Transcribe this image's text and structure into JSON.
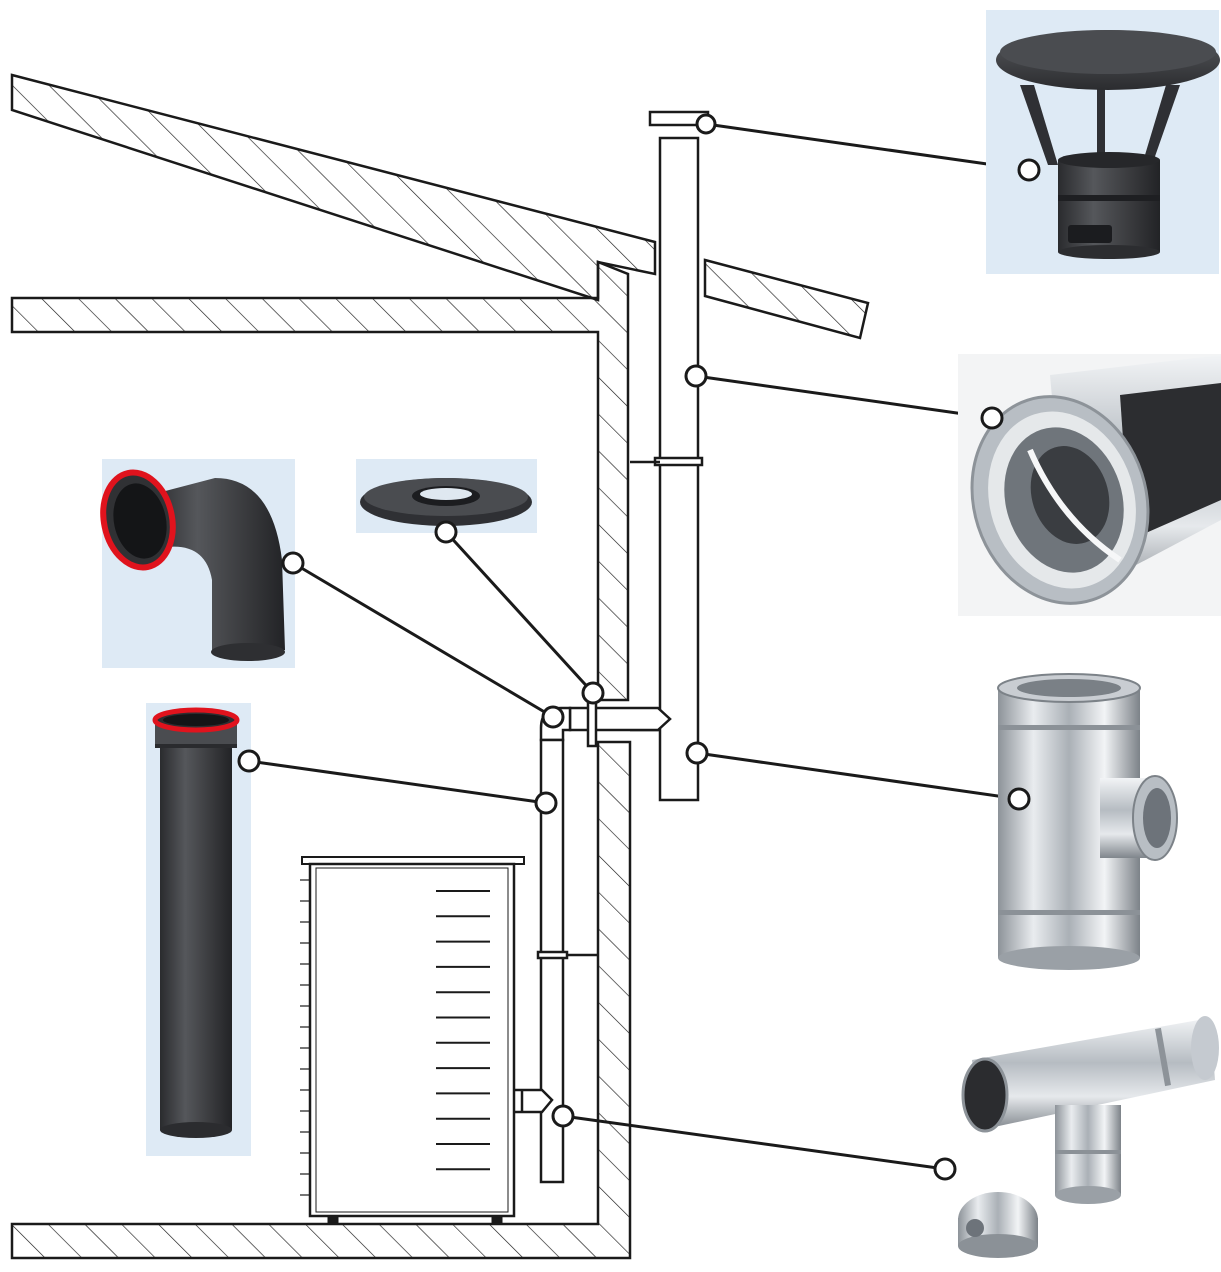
{
  "diagram": {
    "kind": "stove-flue-installation-schematic",
    "components": [
      {
        "id": "rain-cap",
        "icon": "rain-cap-icon"
      },
      {
        "id": "insulated-pipe",
        "icon": "insulated-pipe-icon"
      },
      {
        "id": "insulated-tee",
        "icon": "insulated-tee-icon"
      },
      {
        "id": "tee-with-cap",
        "icon": "tee-with-cleanout-cap-icon"
      },
      {
        "id": "elbow-90",
        "icon": "elbow-90-icon"
      },
      {
        "id": "wall-rosette",
        "icon": "wall-rosette-icon"
      },
      {
        "id": "straight-pipe",
        "icon": "straight-pipe-icon"
      }
    ],
    "colors": {
      "line": "#1a1a1a",
      "hatch": "#1a1a1a",
      "photo_background": "#deeaf5",
      "black_pipe": "#3c3d40",
      "pipe_gasket": "#e0131d",
      "stainless": "#c2c6cb"
    }
  }
}
